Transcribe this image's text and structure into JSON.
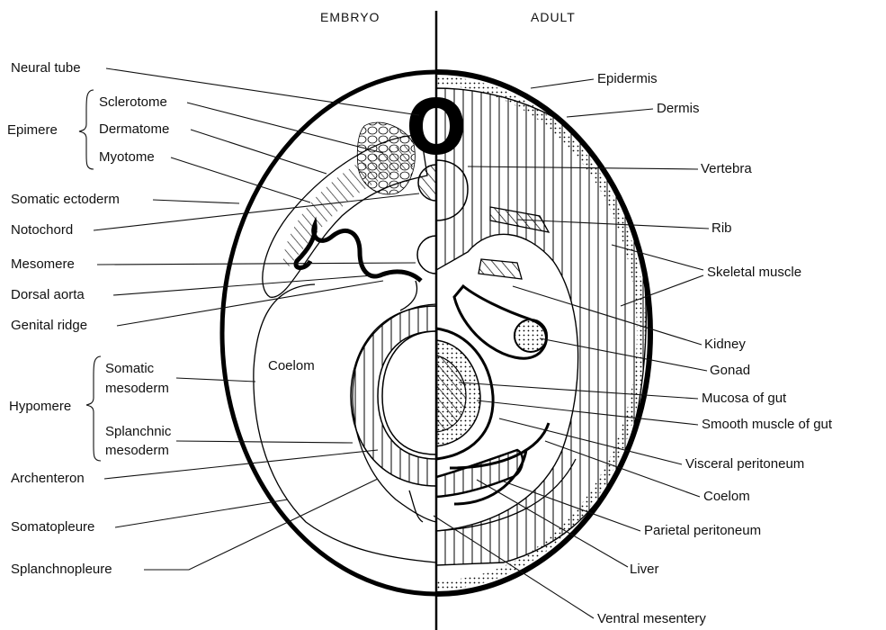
{
  "headings": {
    "left": "EMBRYO",
    "right": "ADULT"
  },
  "left_labels": {
    "neural_tube": "Neural tube",
    "epimere": "Epimere",
    "sclerotome": "Sclerotome",
    "dermatome": "Dermatome",
    "myotome": "Myotome",
    "somatic_ectoderm": "Somatic ectoderm",
    "notochord": "Notochord",
    "mesomere": "Mesomere",
    "dorsal_aorta": "Dorsal aorta",
    "genital_ridge": "Genital ridge",
    "coelom": "Coelom",
    "hypomere": "Hypomere",
    "somatic_mesoderm_1": "Somatic",
    "somatic_mesoderm_2": "mesoderm",
    "splanchnic_mesoderm_1": "Splanchnic",
    "splanchnic_mesoderm_2": "mesoderm",
    "archenteron": "Archenteron",
    "somatopleure": "Somatopleure",
    "splanchnopleure": "Splanchnopleure"
  },
  "right_labels": {
    "epidermis": "Epidermis",
    "dermis": "Dermis",
    "vertebra": "Vertebra",
    "rib": "Rib",
    "skeletal_muscle": "Skeletal muscle",
    "kidney": "Kidney",
    "gonad": "Gonad",
    "mucosa_of_gut": "Mucosa of gut",
    "smooth_muscle_of_gut": "Smooth muscle of gut",
    "visceral_peritoneum": "Visceral peritoneum",
    "coelom": "Coelom",
    "parietal_peritoneum": "Parietal peritoneum",
    "liver": "Liver",
    "ventral_mesentery": "Ventral mesentery"
  }
}
